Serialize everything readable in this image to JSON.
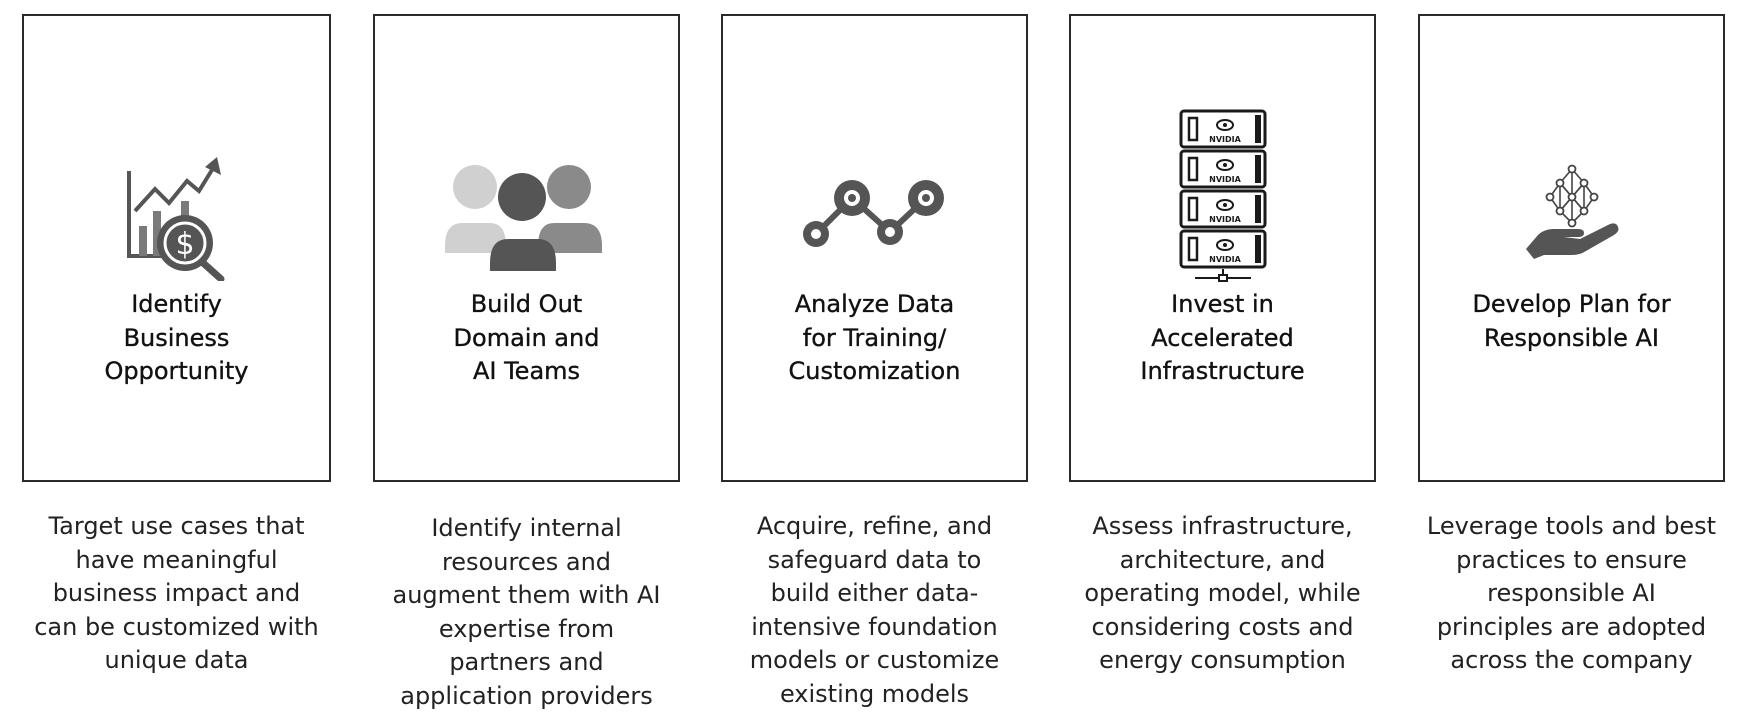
{
  "cards": [
    {
      "icon": "business-growth-dollar-magnifier-icon",
      "title_lines": [
        "Identify",
        "Business",
        "Opportunity"
      ],
      "desc_lines": [
        "Target use cases that",
        "have meaningful",
        "business impact and",
        "can be customized with",
        "unique data"
      ]
    },
    {
      "icon": "team-people-icon",
      "title_lines": [
        "Build Out",
        "Domain and",
        "AI Teams"
      ],
      "desc_lines": [
        "Identify internal",
        "resources and",
        "augment them with AI",
        "expertise from",
        "partners and",
        "application providers"
      ]
    },
    {
      "icon": "data-nodes-icon",
      "title_lines": [
        "Analyze Data",
        "for Training/",
        "Customization"
      ],
      "desc_lines": [
        "Acquire, refine, and",
        "safeguard data to",
        "build either data-",
        "intensive foundation",
        "models or customize",
        "existing models"
      ]
    },
    {
      "icon": "nvidia-server-rack-icon",
      "icon_label": "NVIDIA",
      "title_lines": [
        "Invest in",
        "Accelerated",
        "Infrastructure"
      ],
      "desc_lines": [
        "Assess infrastructure,",
        "architecture, and",
        "operating model, while",
        "considering costs and",
        "energy consumption"
      ]
    },
    {
      "icon": "hand-neural-network-icon",
      "title_lines": [
        "Develop Plan for",
        "Responsible AI"
      ],
      "desc_lines": [
        "Leverage tools and best",
        "practices to ensure",
        "responsible AI",
        "principles are adopted",
        "across the company"
      ]
    }
  ],
  "colors": {
    "border": "#2a2a2a",
    "icon_dark": "#555555",
    "icon_mid": "#8a8a8a",
    "icon_light": "#d0d0d0"
  }
}
